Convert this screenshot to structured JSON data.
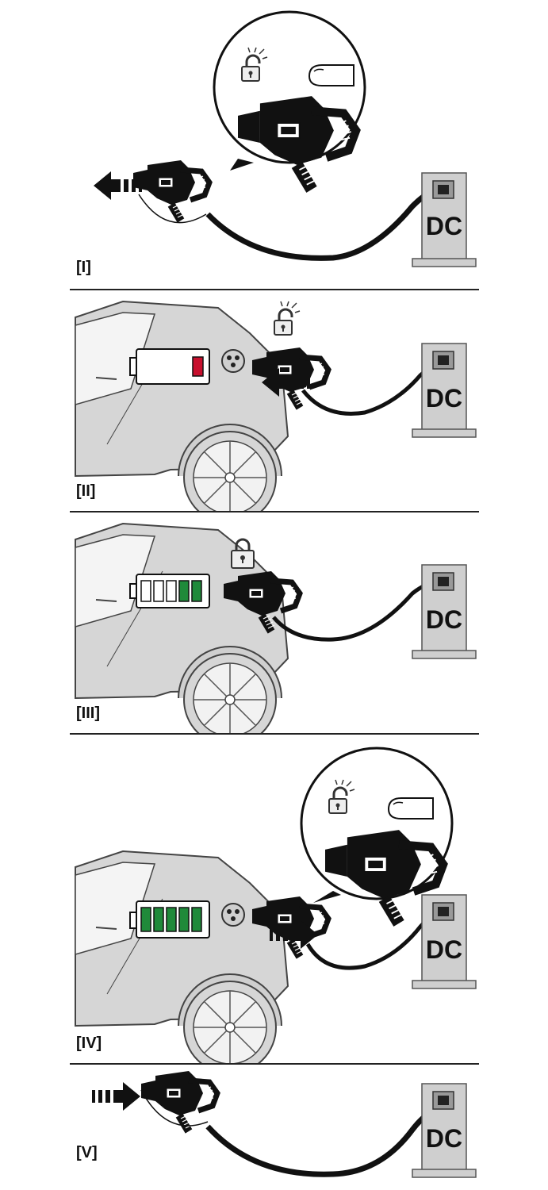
{
  "steps": [
    {
      "label": "[I]"
    },
    {
      "label": "[II]"
    },
    {
      "label": "[III]"
    },
    {
      "label": "[IV]"
    },
    {
      "label": "[V]"
    }
  ],
  "station_label": "DC",
  "colors": {
    "station": "#cfcfcf",
    "car_body": "#d6d6d6",
    "battery_empty": "#c8102e",
    "battery_full": "#1f8a3a",
    "ink": "#111111"
  },
  "battery_levels": {
    "step_ii": 0.2,
    "step_iii": 0.4,
    "step_iv": 1.0
  },
  "lock_states": {
    "step_i": "unlocked",
    "step_ii": "unlocked",
    "step_iii": "locked",
    "step_iv": "unlocked"
  }
}
